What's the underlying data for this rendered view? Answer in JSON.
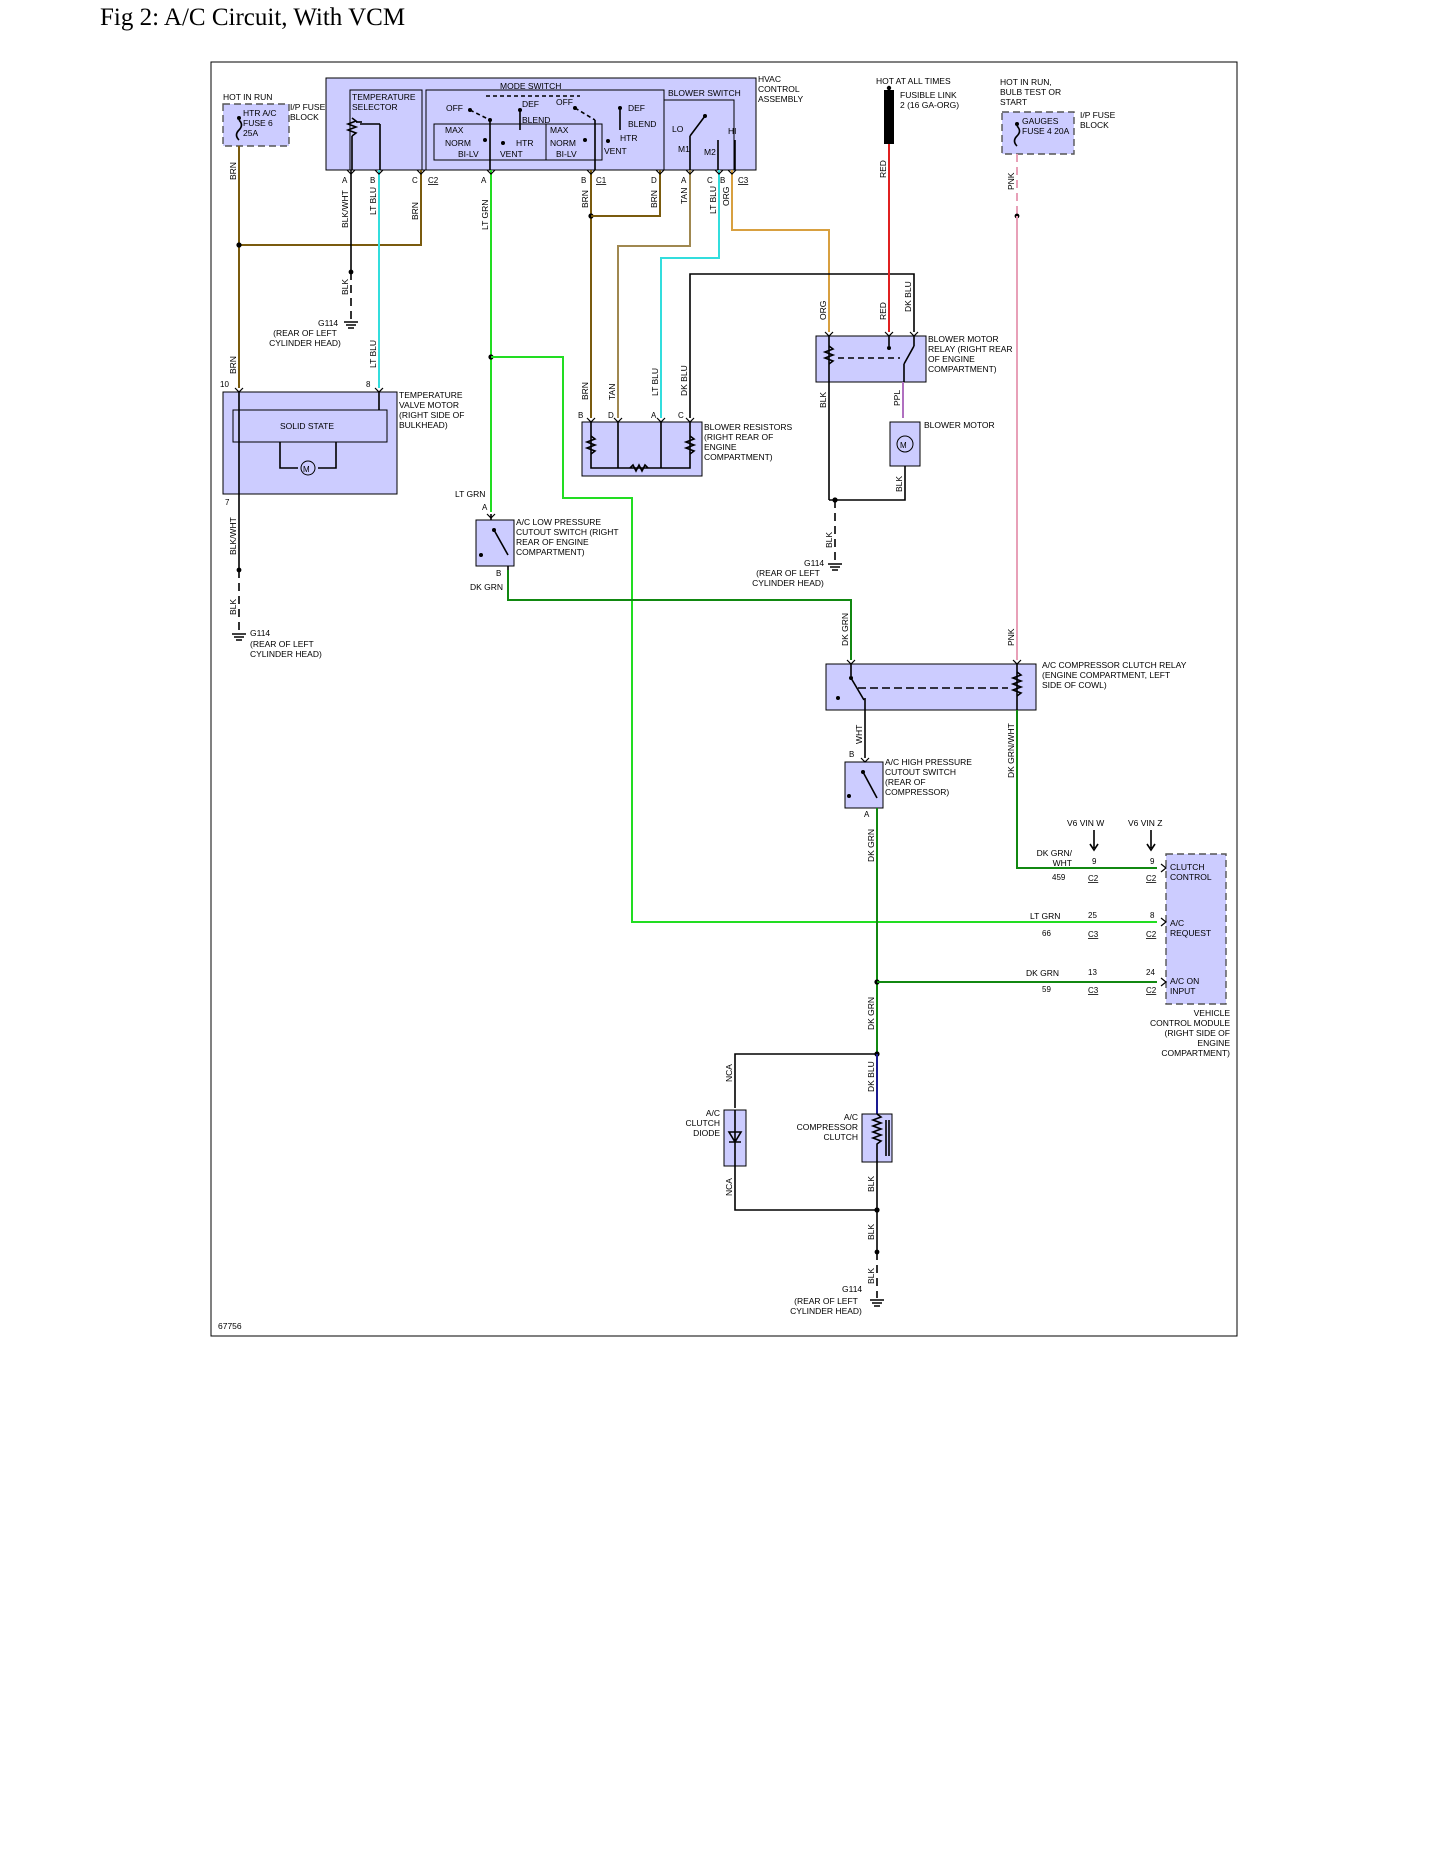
{
  "title": "Fig 2: A/C Circuit, With VCM",
  "figure_id": "67756",
  "power": {
    "hot_in_run": "HOT IN RUN",
    "ip_fuse_block": "I/P FUSE BLOCK",
    "htr_fuse": "HTR A/C FUSE 6 25A",
    "hot_at_all_times": "HOT AT ALL TIMES",
    "fusible_link": "FUSIBLE LINK 2 (16 GA-ORG)",
    "hot_in_run_bulb": "HOT IN RUN, BULB TEST OR START",
    "gauges_fuse": "GAUGES FUSE 4 20A"
  },
  "hvac": {
    "label": "HVAC CONTROL ASSEMBLY",
    "temperature_selector": "TEMPERATURE SELECTOR",
    "mode_switch": "MODE SWITCH",
    "blower_switch": "BLOWER SWITCH",
    "off": "OFF",
    "def": "DEF",
    "blend": "BLEND",
    "max": "MAX",
    "norm": "NORM",
    "htr": "HTR",
    "bilv": "BI-LV",
    "vent": "VENT",
    "lo": "LO",
    "hi": "HI",
    "m1": "M1",
    "m2": "M2",
    "c1": "C1",
    "c2": "C2",
    "c3": "C3"
  },
  "components": {
    "temp_valve_motor": "TEMPERATURE VALVE MOTOR (RIGHT SIDE OF BULKHEAD)",
    "solid_state": "SOLID STATE",
    "blower_resistors": "BLOWER RESISTORS (RIGHT REAR OF ENGINE COMPARTMENT)",
    "blower_motor_relay": "BLOWER MOTOR RELAY (RIGHT REAR OF ENGINE COMPARTMENT)",
    "blower_motor": "BLOWER MOTOR",
    "ac_low_pressure": "A/C LOW PRESSURE CUTOUT SWITCH (RIGHT REAR OF ENGINE COMPARTMENT)",
    "ac_clutch_relay": "A/C COMPRESSOR CLUTCH RELAY (ENGINE COMPARTMENT, LEFT SIDE OF COWL)",
    "ac_high_pressure": "A/C HIGH PRESSURE CUTOUT SWITCH (REAR OF COMPRESSOR)",
    "vcm": "VEHICLE CONTROL MODULE (RIGHT SIDE OF ENGINE COMPARTMENT)",
    "clutch_control": "CLUTCH CONTROL",
    "ac_request": "A/C REQUEST",
    "ac_on_input": "A/C ON INPUT",
    "v6_vin_w": "V6 VIN W",
    "v6_vin_z": "V6 VIN Z",
    "ac_clutch_diode": "A/C CLUTCH DIODE",
    "ac_compressor_clutch": "A/C COMPRESSOR CLUTCH",
    "g114": "G114",
    "g114_loc": "(REAR OF LEFT CYLINDER HEAD)"
  },
  "wires": {
    "brn": "BRN",
    "blkwht": "BLK/WHT",
    "ltblu": "LT BLU",
    "ltgrn": "LT GRN",
    "tan": "TAN",
    "org": "ORG",
    "red": "RED",
    "pnk": "PNK",
    "blk": "BLK",
    "dkblu": "DK BLU",
    "ppl": "PPL",
    "dkgrn": "DK GRN",
    "wht": "WHT",
    "dkgrnwht": "DK GRN/WHT",
    "dkgrn_wht_split": "DK GRN/ WHT",
    "nca": "NCA"
  },
  "vcm_circuits": {
    "clutch": {
      "wire": "DK GRN/ WHT",
      "circuit": "459",
      "pin_a": "9",
      "conn_a": "C2",
      "pin_b": "9",
      "conn_b": "C2"
    },
    "request": {
      "wire": "LT GRN",
      "circuit": "66",
      "pin_a": "25",
      "conn_a": "C3",
      "pin_b": "8",
      "conn_b": "C2"
    },
    "on_input": {
      "wire": "DK GRN",
      "circuit": "59",
      "pin_a": "13",
      "conn_a": "C3",
      "pin_b": "24",
      "conn_b": "C2"
    }
  }
}
